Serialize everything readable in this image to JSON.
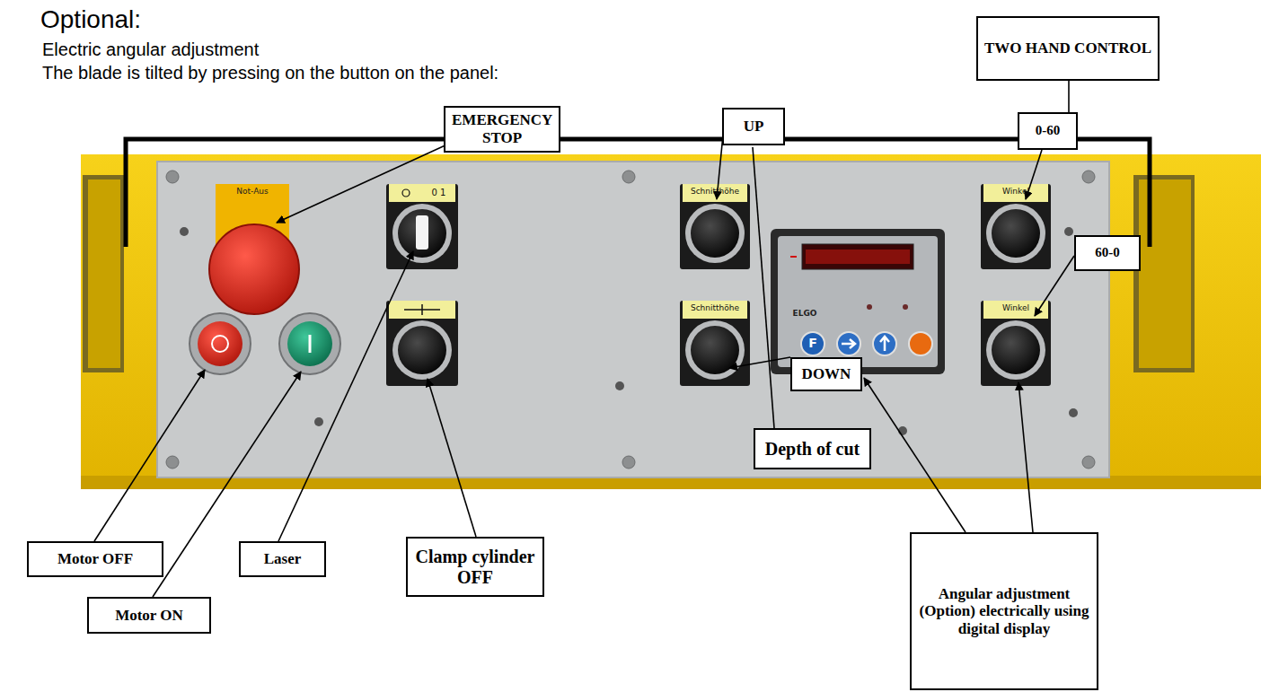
{
  "diagram": {
    "title": "Optional:",
    "nodes": [
      {
        "text": [
          "TWO HAND CONTROL"
        ]
      },
      {
        "text": [
          "EMERGENCY STOP"
        ]
      },
      {
        "text": [
          "UP"
        ]
      },
      {
        "text": [
          "0-60"
        ]
      },
      {
        "text": [
          "60-0"
        ]
      },
      {
        "text": [
          "DOWN"
        ]
      },
      {
        "text": [
          "Depth of cut"
        ]
      },
      {
        "text": [
          "Motor OFF"
        ]
      },
      {
        "text": [
          "Laser"
        ]
      },
      {
        "text": [
          "Clamp cylinder OFF"
        ]
      },
      {
        "text": [
          "Motor ON"
        ]
      },
      {
        "text": [
          "Angular adjustment (Option) electrically using digital display"
        ]
      }
    ],
    "labels": [
      "Electric angular adjustment",
      "The blade is tilted by pressing on the button on the panel:",
      "Not-Aus",
      "0 1",
      "Schnitthöhe",
      "Schnitthöhe",
      "ELGO",
      "F",
      "Winkel",
      "Winkel"
    ]
  }
}
